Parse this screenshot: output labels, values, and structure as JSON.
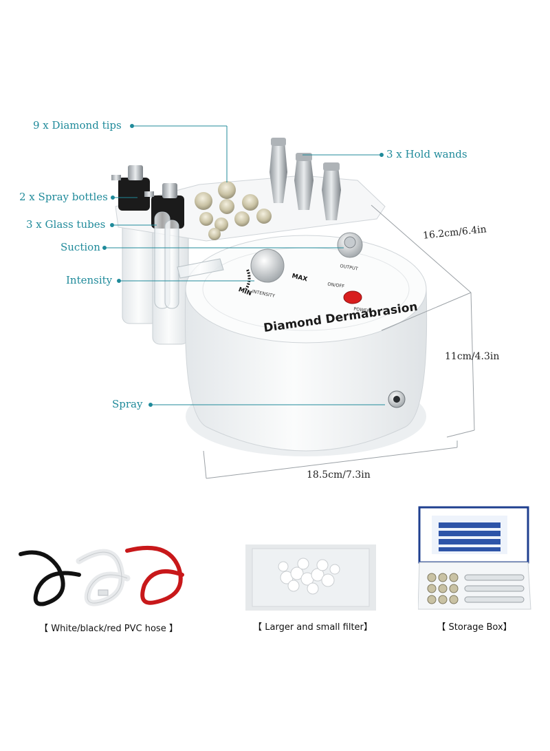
{
  "callouts": {
    "diamond_tips": "9 x Diamond tips",
    "hold_wands": "3 x Hold wands",
    "spray_bottles": "2 x Spray bottles",
    "glass_tubes": "3 x Glass tubes",
    "suction": "Suction",
    "intensity": "Intensity",
    "spray": "Spray"
  },
  "dimensions": {
    "depth": "16.2cm/6.4in",
    "height": "11cm/4.3in",
    "width": "18.5cm/7.3in"
  },
  "device": {
    "brand_text": "Diamond Dermabrasion",
    "dial_min": "MIN",
    "dial_max": "MAX",
    "dial_label": "INTENSITY",
    "output_label": "OUTPUT",
    "onoff_label": "ON/OFF",
    "power_label": "POWER"
  },
  "accessories": {
    "hose_caption": "【 White/black/red PVC hose 】",
    "filter_caption": "【 Larger and small filter】",
    "box_caption": "【 Storage Box】"
  },
  "colors": {
    "callout": "#1f8a9a",
    "device_body": "#f4f6f7",
    "power_button": "#d81e1e"
  }
}
